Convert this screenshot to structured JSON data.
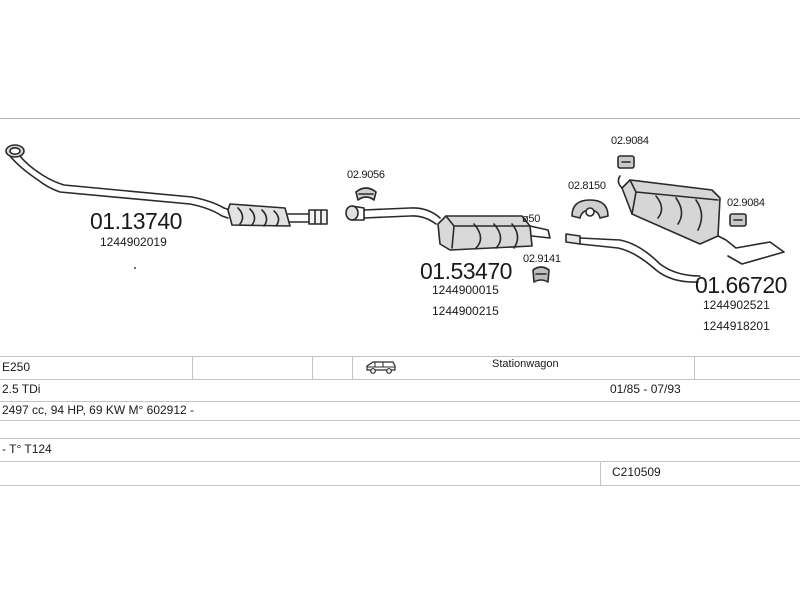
{
  "parts": [
    {
      "number": "01.13740",
      "oem": [
        "1244902019"
      ]
    },
    {
      "number": "01.53470",
      "oem": [
        "1244900015",
        "1244900215"
      ]
    },
    {
      "number": "01.66720",
      "oem": [
        "1244902521",
        "1244918201"
      ]
    }
  ],
  "small_parts": {
    "clamp_a": "02.9056",
    "clamp_b": "02.9141",
    "diameter": "ø50",
    "hanger_a": "02.8150",
    "hanger_b": "02.9084",
    "hanger_c": "02.9084"
  },
  "vehicle": {
    "model": "E250",
    "body_type": "Stationwagon",
    "engine": "2.5 TDi",
    "years": "01/85 - 07/93",
    "spec": "2497 cc, 94 HP, 69 KW M° 602912 -",
    "type_code": "- T° T124",
    "catalog_code": "C210509"
  },
  "icons": {
    "vehicle": "station-wagon-icon"
  }
}
